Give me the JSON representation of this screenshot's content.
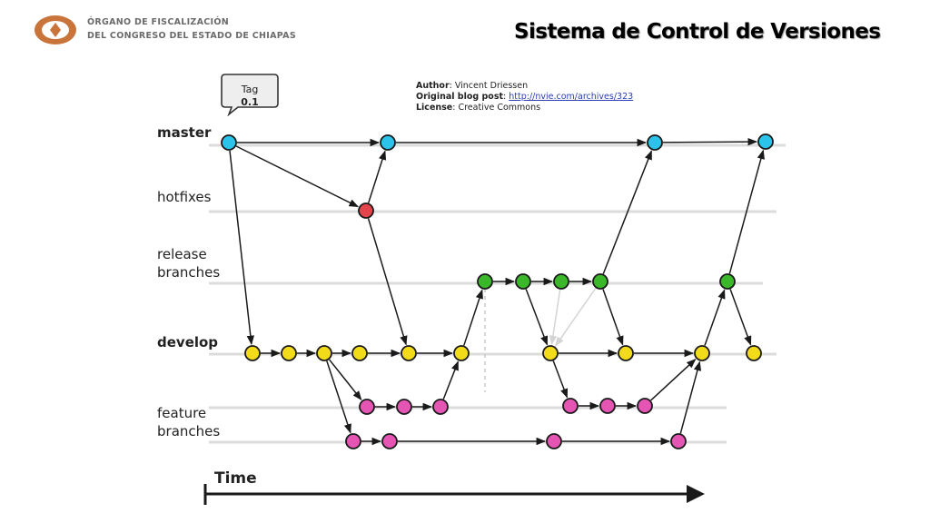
{
  "header": {
    "org_line1": "ÓRGANO DE FISCALIZACIÓN",
    "org_line2": "DEL CONGRESO DEL ESTADO DE CHIAPAS",
    "title": "Sistema de Control de Versiones"
  },
  "credits": {
    "author_label": "Author",
    "author_value": ": Vincent Driessen",
    "blog_label": "Original blog post",
    "blog_sep": ": ",
    "blog_url": "http://nvie.com/archives/323",
    "license_label": "License",
    "license_value": ": Creative Commons"
  },
  "lanes": {
    "master": "master",
    "hotfixes": "hotfixes",
    "release_1": "release",
    "release_2": "branches",
    "develop": "develop",
    "feature_1": "feature",
    "feature_2": "branches"
  },
  "tag": {
    "word": "Tag",
    "version": "0.1"
  },
  "time_label": "Time",
  "colors": {
    "master": "#2bc3ea",
    "hotfix": "#e3434b",
    "release": "#3bb82a",
    "develop": "#f2dc1a",
    "feature": "#e555b4",
    "logo": "#c8743a"
  },
  "icons": {
    "logo": "oval-emblem-icon",
    "time_arrow": "arrow-right-icon"
  }
}
